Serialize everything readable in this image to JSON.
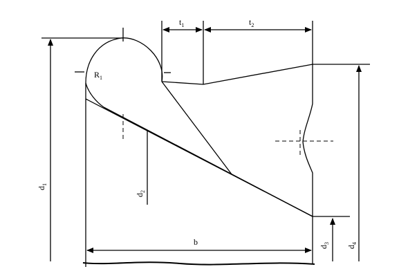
{
  "diagram": {
    "labels": {
      "R": "R",
      "R_sub": "1",
      "t1": "t",
      "t1_sub": "1",
      "t2": "t",
      "t2_sub": "2",
      "d1": "d",
      "d1_sub": "1",
      "d2": "d",
      "d2_sub": "2",
      "d3": "d",
      "d3_sub": "3",
      "d4": "d",
      "d4_sub": "4",
      "b": "b"
    }
  }
}
